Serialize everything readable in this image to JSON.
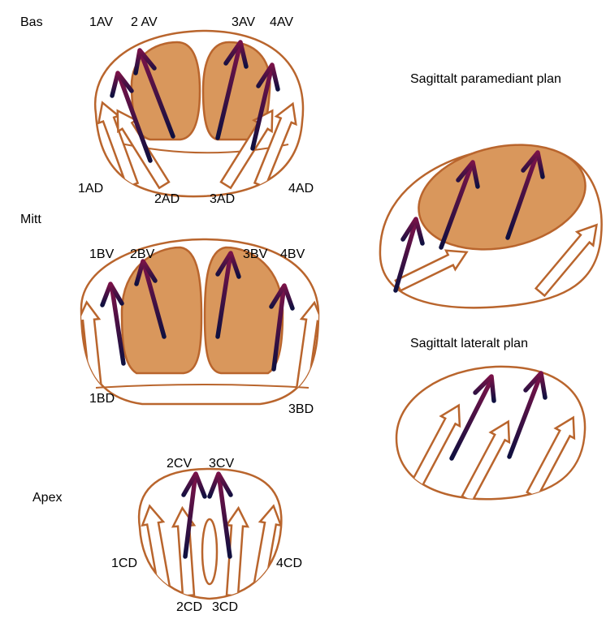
{
  "colors": {
    "outline": "#b9652d",
    "fill": "#d9975c",
    "arrow_start": "#0f1040",
    "arrow_end": "#7a1248"
  },
  "sections": {
    "base": "Bas",
    "mid": "Mitt",
    "apex": "Apex"
  },
  "base_labels": {
    "av1": "1AV",
    "av2": "2 AV",
    "av3": "3AV",
    "av4": "4AV",
    "ad1": "1AD",
    "ad2": "2AD",
    "ad3": "3AD",
    "ad4": "4AD"
  },
  "mid_labels": {
    "bv1": "1BV",
    "bv2": "2BV",
    "bv3": "3BV",
    "bv4": "4BV",
    "bd1": "1BD",
    "bd3": "3BD"
  },
  "apex_labels": {
    "cv2": "2CV",
    "cv3": "3CV",
    "cd1": "1CD",
    "cd2": "2CD",
    "cd3": "3CD",
    "cd4": "4CD"
  },
  "planes": {
    "paramedian": "Sagittalt paramediant plan",
    "lateral": "Sagittalt lateralt plan"
  }
}
